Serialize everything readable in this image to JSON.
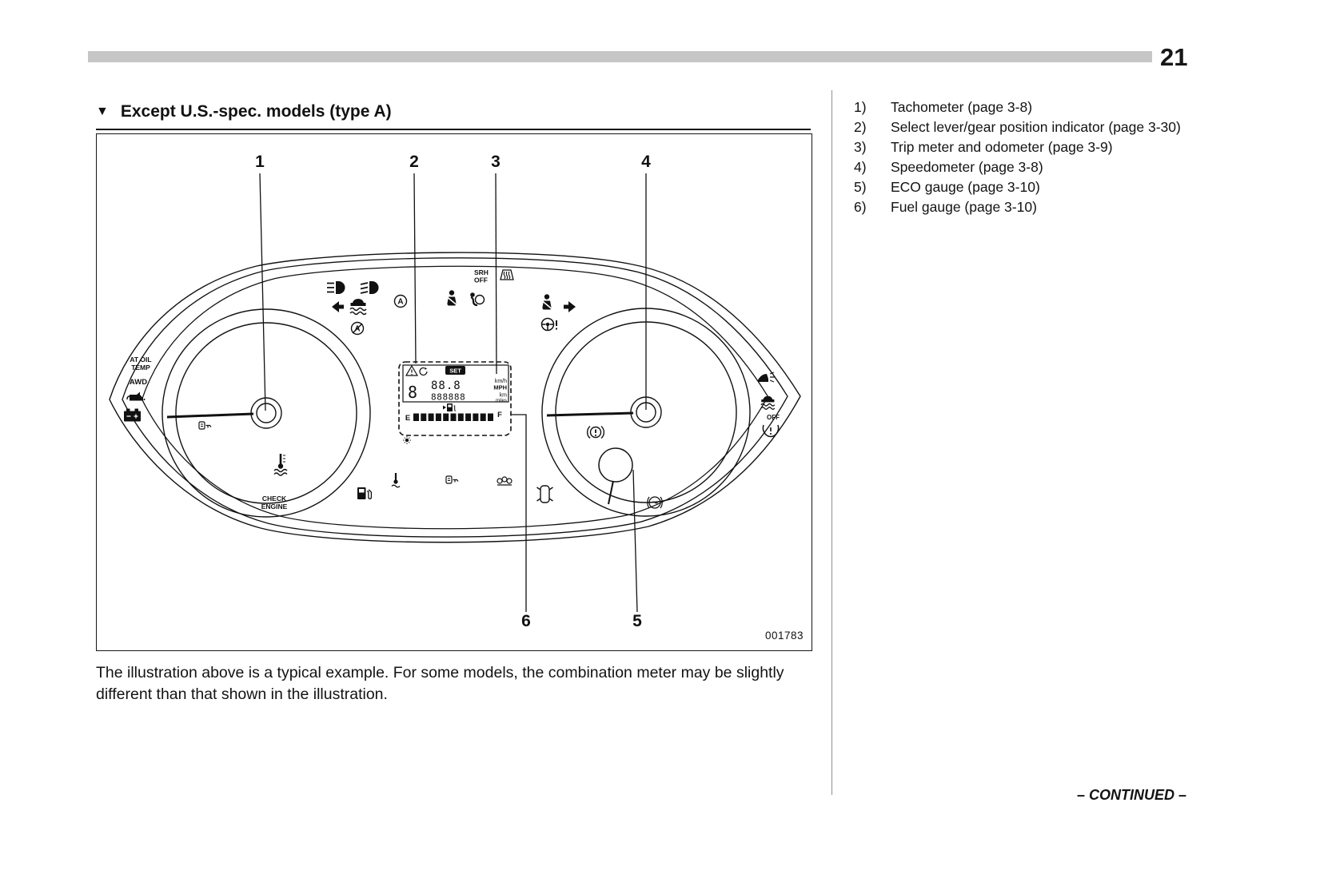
{
  "page": {
    "number": "21",
    "continued": "– CONTINUED –"
  },
  "section": {
    "marker": "▼",
    "title": "Except U.S.-spec. models (type A)"
  },
  "legend": [
    {
      "num": "1)",
      "text": "Tachometer (page 3-8)"
    },
    {
      "num": "2)",
      "text": "Select lever/gear position indicator (page 3-30)"
    },
    {
      "num": "3)",
      "text": "Trip meter and odometer (page 3-9)"
    },
    {
      "num": "4)",
      "text": "Speedometer (page 3-8)"
    },
    {
      "num": "5)",
      "text": "ECO gauge (page 3-10)"
    },
    {
      "num": "6)",
      "text": "Fuel gauge (page 3-10)"
    }
  ],
  "figure": {
    "code": "001783",
    "callouts": {
      "c1": "1",
      "c2": "2",
      "c3": "3",
      "c4": "4",
      "c5": "5",
      "c6": "6"
    },
    "cluster": {
      "at_oil": "AT OIL",
      "temp": "TEMP",
      "awd": "AWD",
      "check": "CHECK",
      "engine": "ENGINE",
      "srh": "SRH",
      "srh_off": "OFF",
      "set": "SET",
      "a": "A",
      "kmh": "km/h",
      "mph": "MPH",
      "km": "km",
      "miles": "miles",
      "e": "E",
      "f": "F",
      "off": "OFF",
      "gear": "8",
      "speed_digits": "88.8",
      "odo_digits": "888888"
    },
    "icons": [
      "high-beam-icon",
      "low-beam-icon",
      "turn-left-icon",
      "turn-right-icon",
      "traction-control-icon",
      "cruise-control-icon",
      "auto-stop-start-off-icon",
      "seatbelt-warning-icon",
      "airbag-warning-icon",
      "defroster-icon",
      "passenger-seatbelt-icon",
      "power-steering-warning-icon",
      "oil-pressure-icon",
      "battery-charge-icon",
      "security-indicator-icon",
      "coolant-temp-icon",
      "fuel-pump-icon",
      "oil-temp-icon",
      "immobilizer-icon",
      "exhaust-warning-icon",
      "door-open-icon",
      "brake-warning-icon",
      "abs-warning-icon",
      "light-on-indicator-icon",
      "vdc-off-icon",
      "tpms-icon",
      "warning-triangle-icon",
      "trip-switch-icon",
      "fuel-gauge-pump-icon",
      "illumination-control-icon"
    ]
  },
  "caption": "The illustration above is a typical example. For some models, the combination meter may be slightly different than that shown in the illustration."
}
